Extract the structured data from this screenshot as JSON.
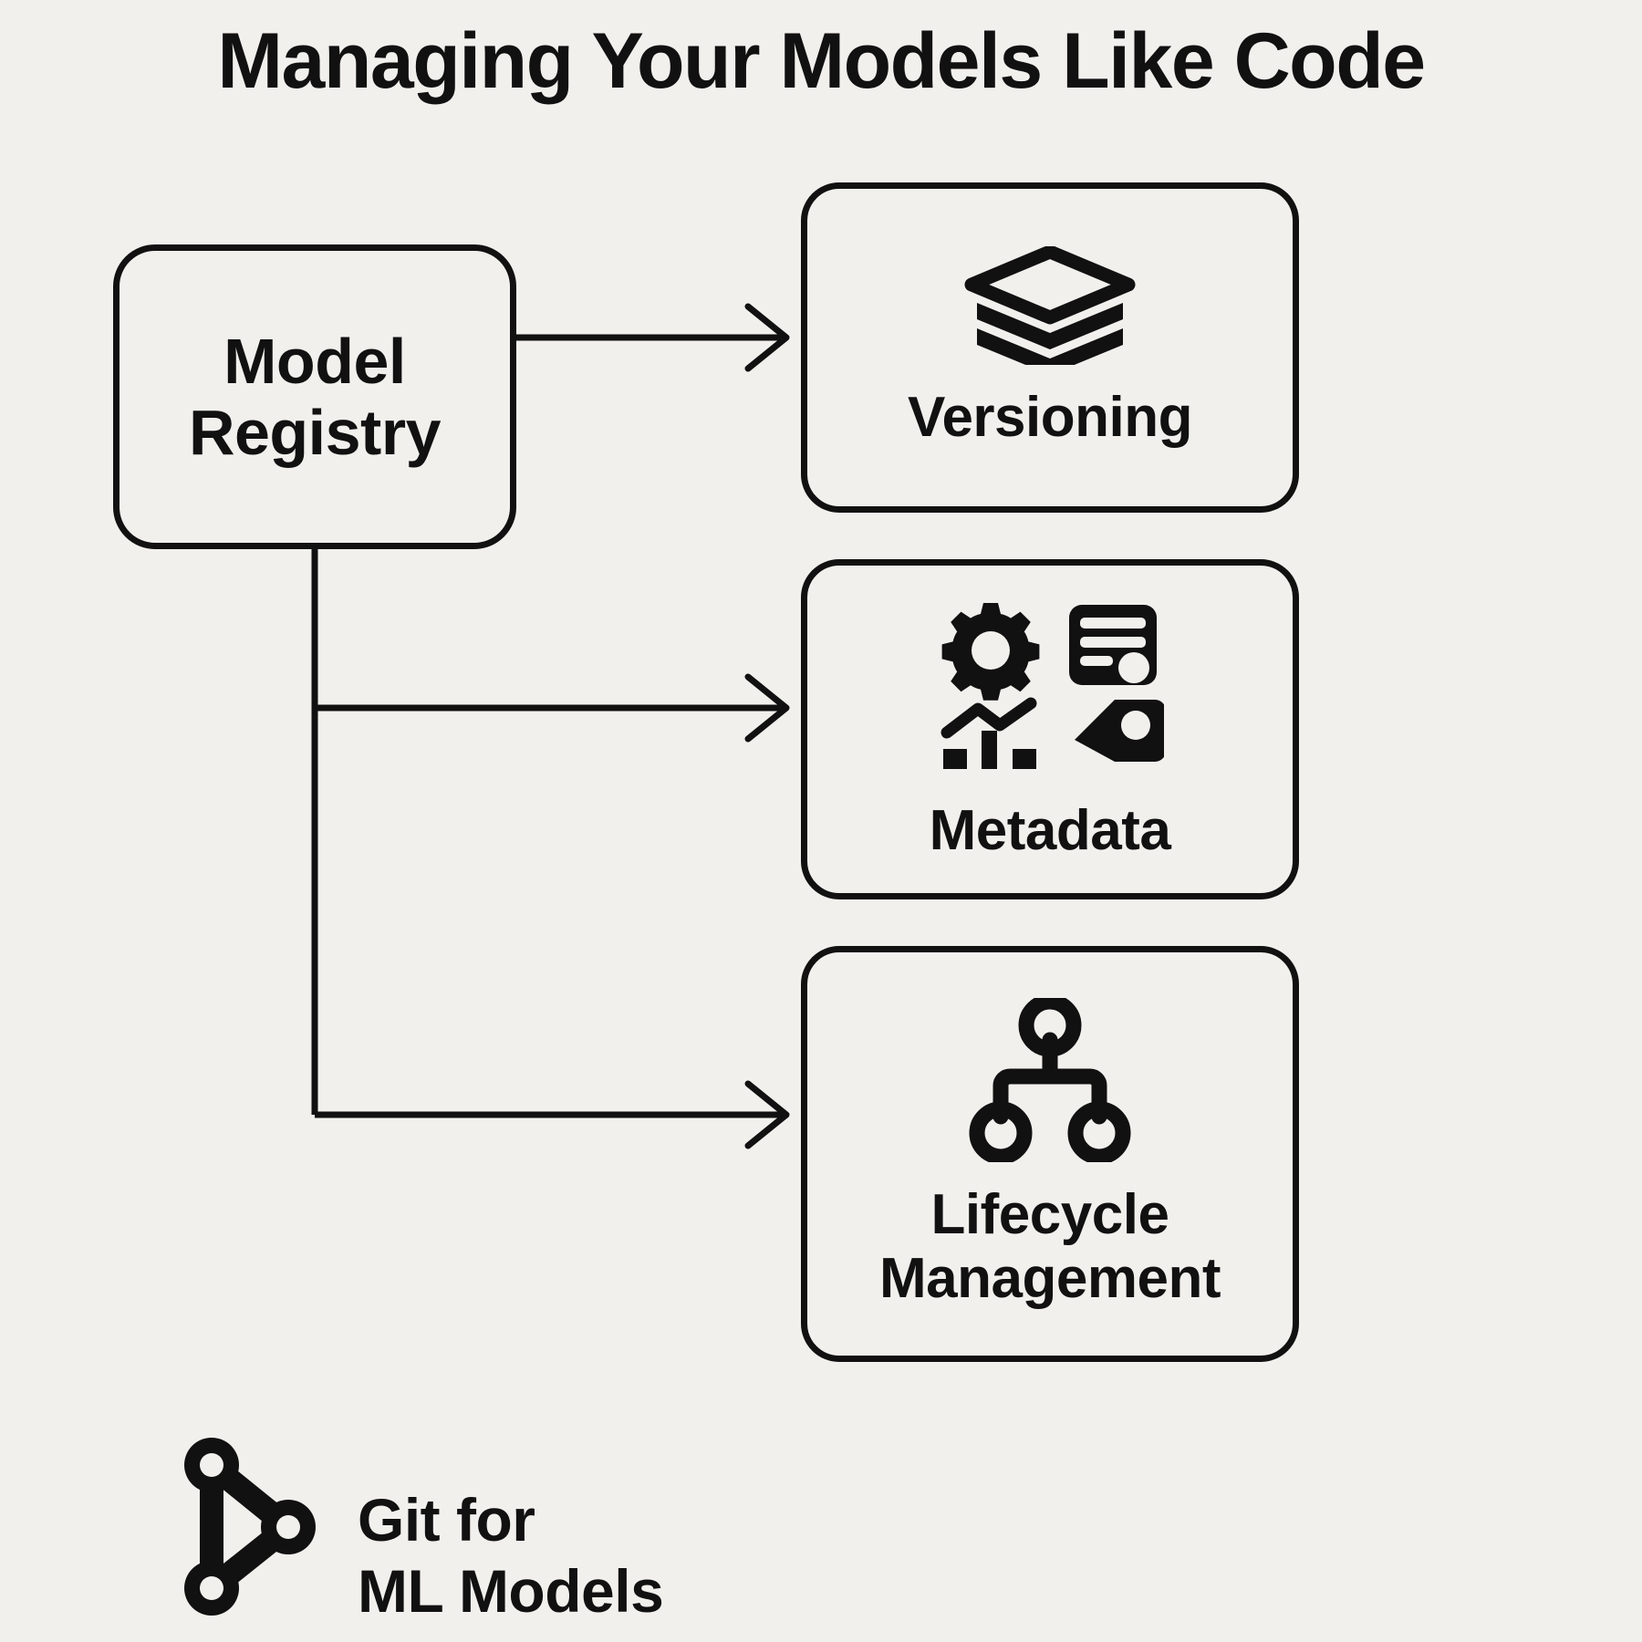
{
  "title": "Managing Your Models Like Code",
  "source_node": {
    "label": "Model\nRegistry",
    "name": "model-registry"
  },
  "targets": [
    {
      "label": "Versioning",
      "icon": "layers-icon",
      "name": "versioning"
    },
    {
      "label": "Metadata",
      "icon": "metadata-cluster-icon",
      "icons": [
        "gear-icon",
        "card-record-icon",
        "bar-chart-line-icon",
        "tag-icon"
      ],
      "name": "metadata"
    },
    {
      "label": "Lifecycle\nManagement",
      "icon": "hierarchy-tree-icon",
      "name": "lifecycle-management"
    }
  ],
  "footer": {
    "icon": "git-network-icon",
    "caption": "Git for\nML Models"
  },
  "colors": {
    "background": "#f2f0ed",
    "ink": "#111111"
  }
}
